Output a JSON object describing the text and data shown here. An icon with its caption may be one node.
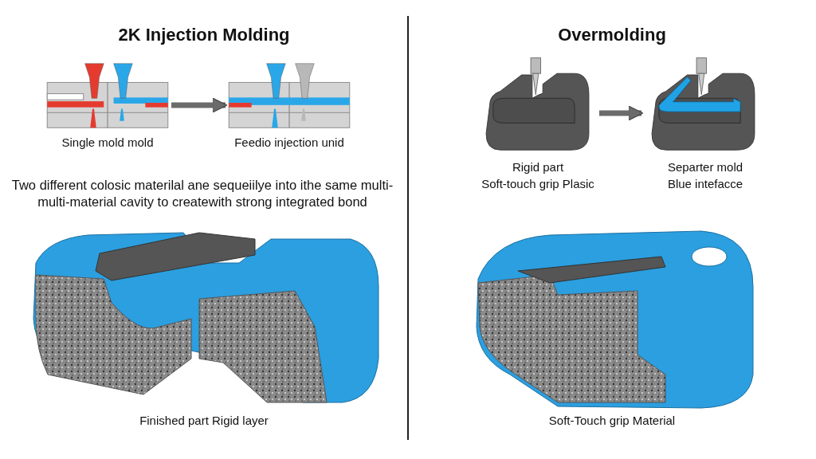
{
  "diagram": {
    "nodes": [
      {
        "text": [],
        "shape": "picture",
        "beside": [
          "Single mold mold"
        ]
      },
      {
        "text": [],
        "shape": "picture",
        "beside": [
          "Feedio injection unid"
        ]
      },
      {
        "text": [],
        "shape": "picture",
        "beside": [
          "Rigid part",
          "Soft-touch grip Plasic"
        ]
      },
      {
        "text": [],
        "shape": "picture",
        "beside": [
          "Separter mold",
          "Blue intefacce"
        ]
      }
    ],
    "edges": [
      {
        "from": 0,
        "to": 1,
        "arrow": "to"
      },
      {
        "from": 2,
        "to": 3,
        "arrow": "to"
      }
    ],
    "labels": [
      "2K Injection Molding",
      "Overmolding",
      "Two different colosic materilal ane sequeiilye into ithe same multi-multi-material cavity to createwith strong integrated bond",
      "Finished part Rigid layer",
      "Soft-Touch grip Material"
    ]
  }
}
